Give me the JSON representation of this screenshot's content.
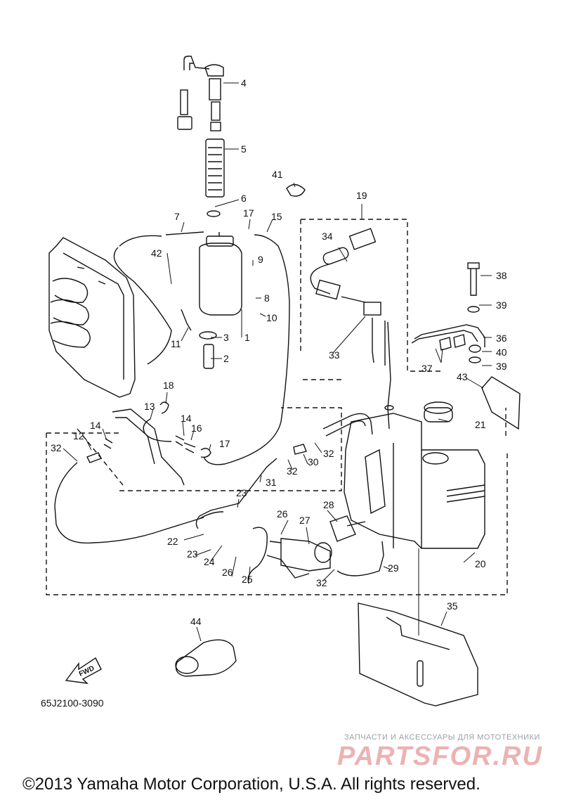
{
  "callouts": [
    "4",
    "5",
    "41",
    "6",
    "19",
    "7",
    "17",
    "15",
    "42",
    "9",
    "34",
    "38",
    "39",
    "36",
    "40",
    "39",
    "37",
    "33",
    "8",
    "10",
    "11",
    "3",
    "1",
    "2",
    "43",
    "18",
    "13",
    "14",
    "16",
    "17",
    "14",
    "12",
    "32",
    "32",
    "30",
    "32",
    "21",
    "31",
    "23",
    "28",
    "26",
    "27",
    "22",
    "23",
    "24",
    "26",
    "25",
    "32",
    "29",
    "20",
    "35",
    "44"
  ],
  "fwd_label": "FWD",
  "diagram_code": "65J2100-3090",
  "watermark": {
    "tagline": "ЗАПЧАСТИ И АКСЕССУАРЫ ДЛЯ МОТОТЕХНИКИ",
    "brand": "PARTSFOR.RU"
  },
  "copyright": "©2013 Yamaha Motor Corporation, U.S.A. All rights reserved."
}
